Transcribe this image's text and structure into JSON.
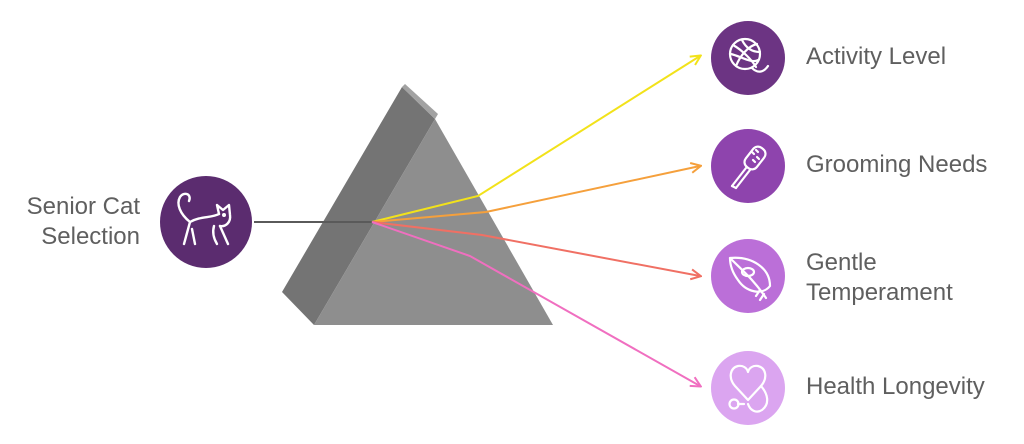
{
  "input": {
    "label_lines": [
      "Senior Cat",
      "Selection"
    ],
    "icon": "cat-icon",
    "color": "#5b2c6f"
  },
  "outputs": [
    {
      "label_lines": [
        "Activity Level"
      ],
      "icon": "yarn-ball-icon",
      "circle_color": "#6c3483",
      "ray_color": "#f2e21a"
    },
    {
      "label_lines": [
        "Grooming Needs"
      ],
      "icon": "brush-icon",
      "circle_color": "#8e44ad",
      "ray_color": "#f5a03c"
    },
    {
      "label_lines": [
        "Gentle",
        "Temperament"
      ],
      "icon": "feather-icon",
      "circle_color": "#bb6fd8",
      "ray_color": "#f07064"
    },
    {
      "label_lines": [
        "Health Longevity"
      ],
      "icon": "stethoscope-heart-icon",
      "circle_color": "#dba5f0",
      "ray_color": "#f06fc0"
    }
  ],
  "prism_color": "#8e8e8e"
}
